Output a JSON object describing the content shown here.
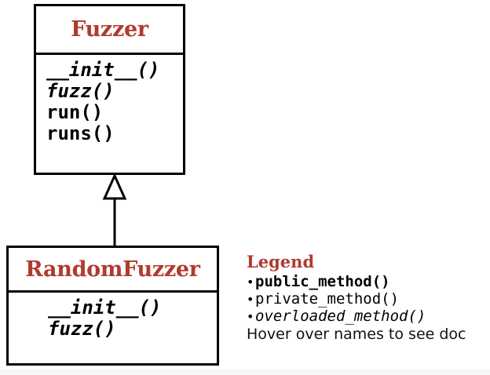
{
  "diagram": {
    "type": "uml-class-diagram",
    "background_color": "#ffffff",
    "accent_color": "#B03A2E",
    "line_color": "#000000",
    "classes": [
      {
        "id": "fuzzer",
        "name": "Fuzzer",
        "methods": [
          {
            "label": "__init__()",
            "kind": "overloaded"
          },
          {
            "label": "fuzz()",
            "kind": "overloaded"
          },
          {
            "label": "run()",
            "kind": "public"
          },
          {
            "label": "runs()",
            "kind": "public"
          }
        ]
      },
      {
        "id": "randomfuzzer",
        "name": "RandomFuzzer",
        "methods": [
          {
            "label": "__init__()",
            "kind": "overloaded"
          },
          {
            "label": "fuzz()",
            "kind": "overloaded"
          }
        ]
      }
    ],
    "relations": [
      {
        "kind": "inheritance",
        "from": "RandomFuzzer",
        "to": "Fuzzer",
        "arrow": "hollow-triangle"
      }
    ]
  },
  "legend": {
    "title": "Legend",
    "bullet": "•",
    "items": [
      {
        "label": "public_method()",
        "kind": "public"
      },
      {
        "label": "private_method()",
        "kind": "private"
      },
      {
        "label": "overloaded_method()",
        "kind": "overloaded"
      }
    ],
    "note": "Hover over names to see doc"
  }
}
